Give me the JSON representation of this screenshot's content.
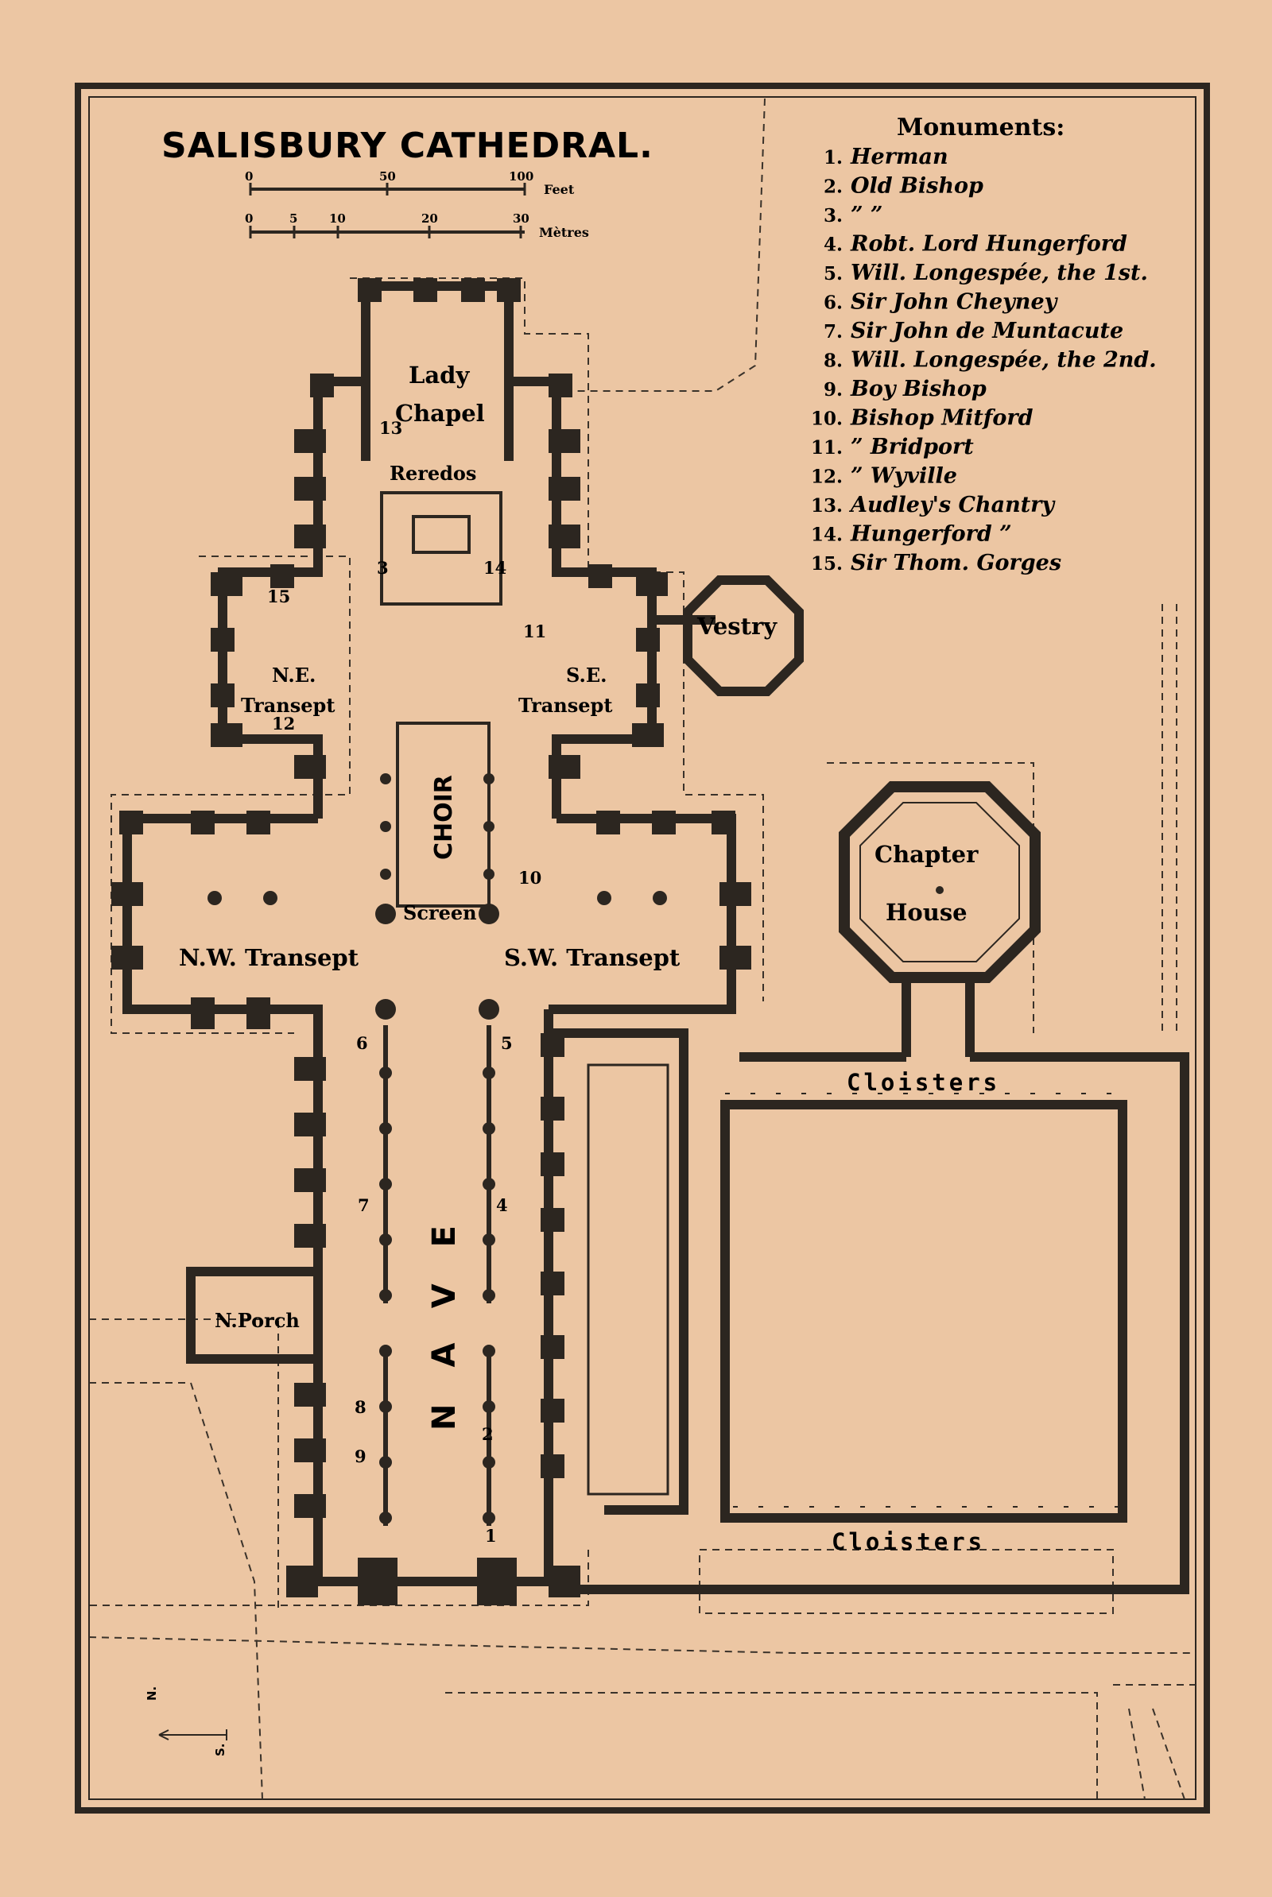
{
  "map": {
    "title": "SALISBURY CATHEDRAL.",
    "scale_feet": {
      "ticks": [
        "0",
        "50",
        "100"
      ],
      "unit": "Feet"
    },
    "scale_metres": {
      "ticks": [
        "0",
        "5",
        "10",
        "20",
        "30"
      ],
      "unit": "Mètres"
    },
    "compass": {
      "north": "N.",
      "south": "S."
    }
  },
  "rooms": {
    "lady_chapel": [
      "Lady",
      "Chapel"
    ],
    "reredos": "Reredos",
    "vestry": "Vestry",
    "ne_transept": [
      "N.E.",
      "Transept"
    ],
    "se_transept": [
      "S.E.",
      "Transept"
    ],
    "choir": "CHOIR",
    "screen": "Screen",
    "nw_transept": "N.W. Transept",
    "sw_transept": "S.W. Transept",
    "chapter_house": [
      "Chapter",
      "House"
    ],
    "cloisters_north": "Cloisters",
    "cloisters_south": "Cloisters",
    "nave": "NAVE",
    "n_porch": "N.Porch"
  },
  "markers": [
    "1",
    "2",
    "3",
    "4",
    "5",
    "6",
    "7",
    "8",
    "9",
    "10",
    "11",
    "12",
    "13",
    "14",
    "15"
  ],
  "legend": {
    "heading": "Monuments:",
    "items": [
      {
        "num": "1.",
        "name": "Herman"
      },
      {
        "num": "2.",
        "name": "Old Bishop"
      },
      {
        "num": "3.",
        "name": "”      ”"
      },
      {
        "num": "4.",
        "name": "Robt. Lord Hungerford"
      },
      {
        "num": "5.",
        "name": "Will. Longespée, the 1st."
      },
      {
        "num": "6.",
        "name": "Sir John Cheyney"
      },
      {
        "num": "7.",
        "name": "Sir John de Muntacute"
      },
      {
        "num": "8.",
        "name": "Will. Longespée, the 2nd."
      },
      {
        "num": "9.",
        "name": "Boy Bishop"
      },
      {
        "num": "10.",
        "name": "Bishop Mitford"
      },
      {
        "num": "11.",
        "name": "”  Bridport"
      },
      {
        "num": "12.",
        "name": "”  Wyville"
      },
      {
        "num": "13.",
        "name": "Audley's Chantry"
      },
      {
        "num": "14.",
        "name": "Hungerford  ”"
      },
      {
        "num": "15.",
        "name": "Sir Thom. Gorges"
      }
    ]
  }
}
